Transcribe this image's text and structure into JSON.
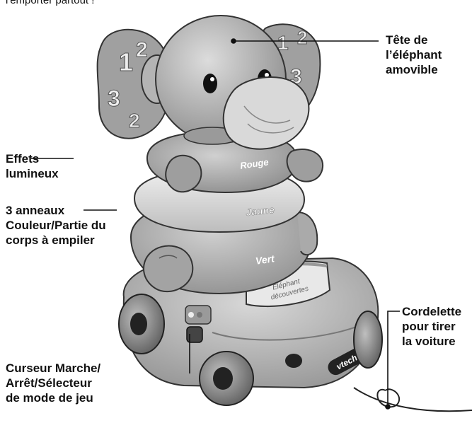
{
  "intro_text": "l'emporter partout !",
  "callouts": {
    "head": [
      "Tête de",
      "l’éléphant",
      "amovible"
    ],
    "lights": [
      "Effets",
      "lumineux"
    ],
    "rings": [
      "3 anneaux",
      "Couleur/Partie du",
      "corps à empiler"
    ],
    "string": [
      "Cordelette",
      "pour tirer",
      "la voiture"
    ],
    "switch": [
      "Curseur Marche/",
      "Arrêt/Sélecteur",
      "de mode de jeu"
    ]
  },
  "toy_labels": {
    "ring_red": "Rouge",
    "ring_yellow": "Jaune",
    "ring_green": "Vert",
    "book": [
      "Éléphant",
      "découvertes"
    ],
    "brand": "vtech"
  },
  "ear_numbers": {
    "left": [
      "1",
      "2",
      "3",
      "2"
    ],
    "right": [
      "1",
      "2",
      "3"
    ]
  }
}
